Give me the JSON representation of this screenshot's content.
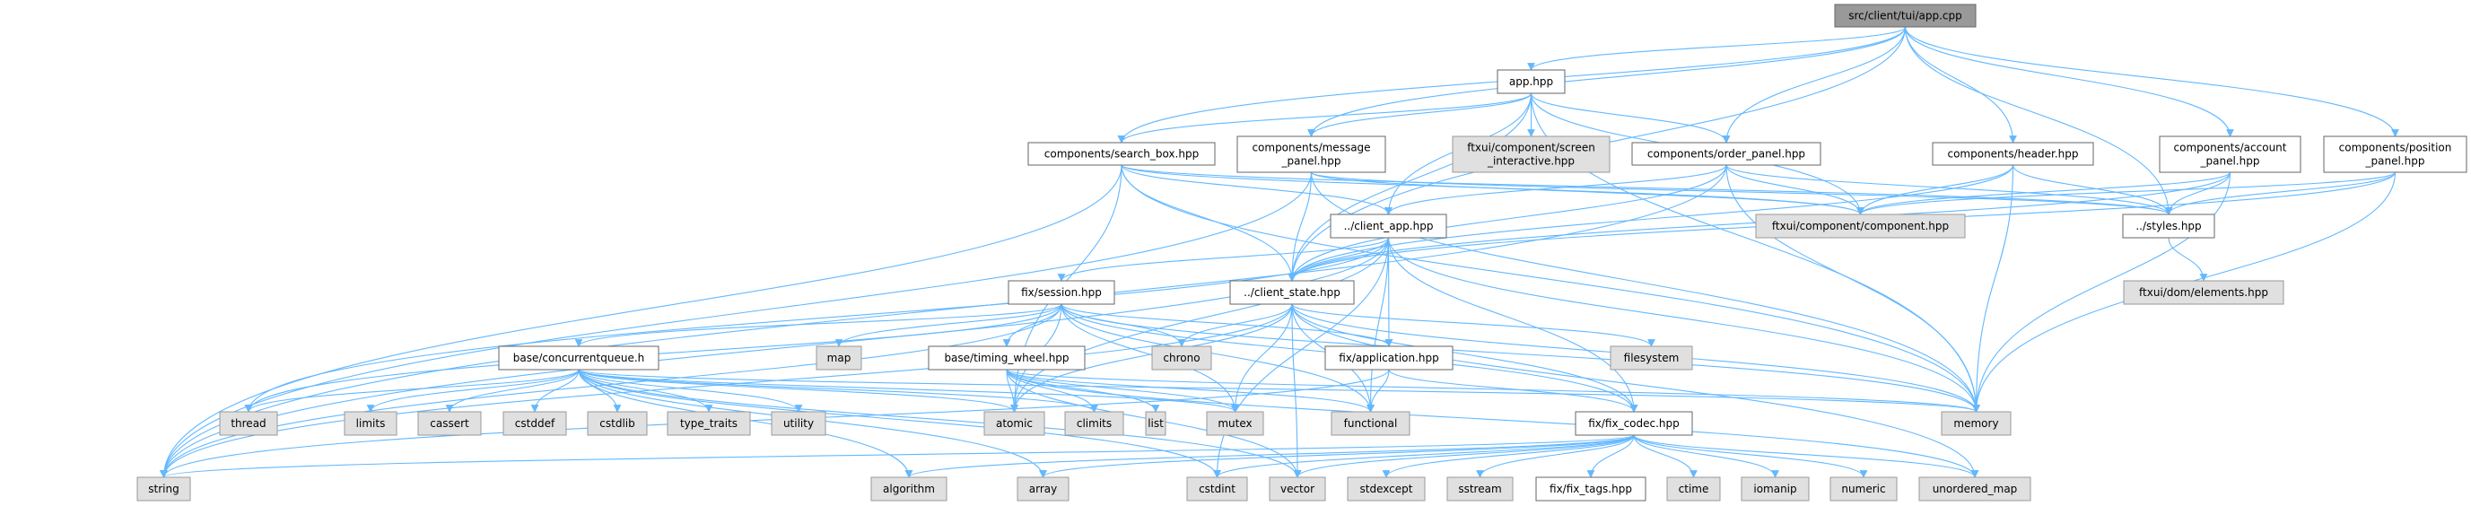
{
  "title": "src/client/tui/app.cpp include dependency graph",
  "colors": {
    "edge": "#63b8ff",
    "root_fill": "#999999",
    "file_fill": "#ffffff",
    "system_fill": "#e0e0e0"
  },
  "nodes": {
    "app_cpp": {
      "lines": [
        "src/client/tui/app.cpp"
      ],
      "kind": "root"
    },
    "app_hpp": {
      "lines": [
        "app.hpp"
      ],
      "kind": "white"
    },
    "search_box": {
      "lines": [
        "components/search_box.hpp"
      ],
      "kind": "white"
    },
    "message_panel": {
      "lines": [
        "components/message",
        "_panel.hpp"
      ],
      "kind": "white"
    },
    "screen_interactive": {
      "lines": [
        "ftxui/component/screen",
        "_interactive.hpp"
      ],
      "kind": "gray"
    },
    "order_panel": {
      "lines": [
        "components/order_panel.hpp"
      ],
      "kind": "white"
    },
    "header": {
      "lines": [
        "components/header.hpp"
      ],
      "kind": "white"
    },
    "account_panel": {
      "lines": [
        "components/account",
        "_panel.hpp"
      ],
      "kind": "white"
    },
    "position_panel": {
      "lines": [
        "components/position",
        "_panel.hpp"
      ],
      "kind": "white"
    },
    "client_app": {
      "lines": [
        "../client_app.hpp"
      ],
      "kind": "white"
    },
    "component": {
      "lines": [
        "ftxui/component/component.hpp"
      ],
      "kind": "gray"
    },
    "styles": {
      "lines": [
        "../styles.hpp"
      ],
      "kind": "white"
    },
    "session": {
      "lines": [
        "fix/session.hpp"
      ],
      "kind": "white"
    },
    "client_state": {
      "lines": [
        "../client_state.hpp"
      ],
      "kind": "white"
    },
    "elements": {
      "lines": [
        "ftxui/dom/elements.hpp"
      ],
      "kind": "gray"
    },
    "concurrentqueue": {
      "lines": [
        "base/concurrentqueue.h"
      ],
      "kind": "white"
    },
    "map": {
      "lines": [
        "map"
      ],
      "kind": "gray"
    },
    "timing_wheel": {
      "lines": [
        "base/timing_wheel.hpp"
      ],
      "kind": "white"
    },
    "chrono": {
      "lines": [
        "chrono"
      ],
      "kind": "gray"
    },
    "application": {
      "lines": [
        "fix/application.hpp"
      ],
      "kind": "white"
    },
    "filesystem": {
      "lines": [
        "filesystem"
      ],
      "kind": "gray"
    },
    "thread": {
      "lines": [
        "thread"
      ],
      "kind": "gray"
    },
    "limits": {
      "lines": [
        "limits"
      ],
      "kind": "gray"
    },
    "cassert": {
      "lines": [
        "cassert"
      ],
      "kind": "gray"
    },
    "cstddef": {
      "lines": [
        "cstddef"
      ],
      "kind": "gray"
    },
    "cstdlib": {
      "lines": [
        "cstdlib"
      ],
      "kind": "gray"
    },
    "type_traits": {
      "lines": [
        "type_traits"
      ],
      "kind": "gray"
    },
    "utility": {
      "lines": [
        "utility"
      ],
      "kind": "gray"
    },
    "atomic": {
      "lines": [
        "atomic"
      ],
      "kind": "gray"
    },
    "climits": {
      "lines": [
        "climits"
      ],
      "kind": "gray"
    },
    "list": {
      "lines": [
        "list"
      ],
      "kind": "gray"
    },
    "mutex": {
      "lines": [
        "mutex"
      ],
      "kind": "gray"
    },
    "functional": {
      "lines": [
        "functional"
      ],
      "kind": "gray"
    },
    "fix_codec": {
      "lines": [
        "fix/fix_codec.hpp"
      ],
      "kind": "white"
    },
    "memory": {
      "lines": [
        "memory"
      ],
      "kind": "gray"
    },
    "string": {
      "lines": [
        "string"
      ],
      "kind": "gray"
    },
    "algorithm": {
      "lines": [
        "algorithm"
      ],
      "kind": "gray"
    },
    "array": {
      "lines": [
        "array"
      ],
      "kind": "gray"
    },
    "cstdint": {
      "lines": [
        "cstdint"
      ],
      "kind": "gray"
    },
    "vector": {
      "lines": [
        "vector"
      ],
      "kind": "gray"
    },
    "stdexcept": {
      "lines": [
        "stdexcept"
      ],
      "kind": "gray"
    },
    "sstream": {
      "lines": [
        "sstream"
      ],
      "kind": "gray"
    },
    "fix_tags": {
      "lines": [
        "fix/fix_tags.hpp"
      ],
      "kind": "white"
    },
    "ctime": {
      "lines": [
        "ctime"
      ],
      "kind": "gray"
    },
    "iomanip": {
      "lines": [
        "iomanip"
      ],
      "kind": "gray"
    },
    "numeric": {
      "lines": [
        "numeric"
      ],
      "kind": "gray"
    },
    "unordered_map": {
      "lines": [
        "unordered_map"
      ],
      "kind": "gray"
    }
  },
  "edges": [
    [
      "app_cpp",
      "app_hpp"
    ],
    [
      "app_cpp",
      "search_box"
    ],
    [
      "app_cpp",
      "message_panel"
    ],
    [
      "app_cpp",
      "order_panel"
    ],
    [
      "app_cpp",
      "header"
    ],
    [
      "app_cpp",
      "account_panel"
    ],
    [
      "app_cpp",
      "position_panel"
    ],
    [
      "app_cpp",
      "styles"
    ],
    [
      "app_cpp",
      "client_state"
    ],
    [
      "app_hpp",
      "search_box"
    ],
    [
      "app_hpp",
      "message_panel"
    ],
    [
      "app_hpp",
      "screen_interactive"
    ],
    [
      "app_hpp",
      "order_panel"
    ],
    [
      "app_hpp",
      "client_app"
    ],
    [
      "app_hpp",
      "component"
    ],
    [
      "app_hpp",
      "client_state"
    ],
    [
      "app_hpp",
      "memory"
    ],
    [
      "search_box",
      "string"
    ],
    [
      "search_box",
      "component"
    ],
    [
      "search_box",
      "client_app"
    ],
    [
      "search_box",
      "client_state"
    ],
    [
      "search_box",
      "styles"
    ],
    [
      "search_box",
      "atomic"
    ],
    [
      "search_box",
      "memory"
    ],
    [
      "message_panel",
      "component"
    ],
    [
      "message_panel",
      "client_state"
    ],
    [
      "message_panel",
      "string"
    ],
    [
      "message_panel",
      "memory"
    ],
    [
      "message_panel",
      "styles"
    ],
    [
      "order_panel",
      "client_app"
    ],
    [
      "order_panel",
      "client_state"
    ],
    [
      "order_panel",
      "component"
    ],
    [
      "order_panel",
      "styles"
    ],
    [
      "order_panel",
      "memory"
    ],
    [
      "order_panel",
      "string"
    ],
    [
      "header",
      "component"
    ],
    [
      "header",
      "styles"
    ],
    [
      "header",
      "client_state"
    ],
    [
      "header",
      "memory"
    ],
    [
      "account_panel",
      "component"
    ],
    [
      "account_panel",
      "styles"
    ],
    [
      "account_panel",
      "client_state"
    ],
    [
      "account_panel",
      "memory"
    ],
    [
      "position_panel",
      "component"
    ],
    [
      "position_panel",
      "styles"
    ],
    [
      "position_panel",
      "client_state"
    ],
    [
      "position_panel",
      "memory"
    ],
    [
      "styles",
      "elements"
    ],
    [
      "client_app",
      "session"
    ],
    [
      "client_app",
      "client_state"
    ],
    [
      "client_app",
      "application"
    ],
    [
      "client_app",
      "string"
    ],
    [
      "client_app",
      "atomic"
    ],
    [
      "client_app",
      "memory"
    ],
    [
      "client_app",
      "thread"
    ],
    [
      "client_app",
      "fix_codec"
    ],
    [
      "client_app",
      "cstdint"
    ],
    [
      "client_app",
      "functional"
    ],
    [
      "client_state",
      "chrono"
    ],
    [
      "client_state",
      "filesystem"
    ],
    [
      "client_state",
      "functional"
    ],
    [
      "client_state",
      "mutex"
    ],
    [
      "client_state",
      "string"
    ],
    [
      "client_state",
      "unordered_map"
    ],
    [
      "client_state",
      "vector"
    ],
    [
      "client_state",
      "fix_codec"
    ],
    [
      "client_state",
      "atomic"
    ],
    [
      "client_state",
      "memory"
    ],
    [
      "session",
      "concurrentqueue"
    ],
    [
      "session",
      "timing_wheel"
    ],
    [
      "session",
      "map"
    ],
    [
      "session",
      "chrono"
    ],
    [
      "session",
      "application"
    ],
    [
      "session",
      "fix_codec"
    ],
    [
      "session",
      "string"
    ],
    [
      "session",
      "thread"
    ],
    [
      "session",
      "atomic"
    ],
    [
      "session",
      "functional"
    ],
    [
      "session",
      "memory"
    ],
    [
      "session",
      "mutex"
    ],
    [
      "concurrentqueue",
      "thread"
    ],
    [
      "concurrentqueue",
      "limits"
    ],
    [
      "concurrentqueue",
      "cassert"
    ],
    [
      "concurrentqueue",
      "cstddef"
    ],
    [
      "concurrentqueue",
      "cstdlib"
    ],
    [
      "concurrentqueue",
      "type_traits"
    ],
    [
      "concurrentqueue",
      "utility"
    ],
    [
      "concurrentqueue",
      "atomic"
    ],
    [
      "concurrentqueue",
      "climits"
    ],
    [
      "concurrentqueue",
      "mutex"
    ],
    [
      "concurrentqueue",
      "algorithm"
    ],
    [
      "concurrentqueue",
      "array"
    ],
    [
      "concurrentqueue",
      "cstdint"
    ],
    [
      "concurrentqueue",
      "vector"
    ],
    [
      "concurrentqueue",
      "memory"
    ],
    [
      "timing_wheel",
      "atomic"
    ],
    [
      "timing_wheel",
      "climits"
    ],
    [
      "timing_wheel",
      "list"
    ],
    [
      "timing_wheel",
      "mutex"
    ],
    [
      "timing_wheel",
      "functional"
    ],
    [
      "timing_wheel",
      "vector"
    ],
    [
      "timing_wheel",
      "memory"
    ],
    [
      "timing_wheel",
      "unordered_map"
    ],
    [
      "application",
      "functional"
    ],
    [
      "application",
      "fix_codec"
    ],
    [
      "application",
      "string"
    ],
    [
      "fix_codec",
      "string"
    ],
    [
      "fix_codec",
      "algorithm"
    ],
    [
      "fix_codec",
      "array"
    ],
    [
      "fix_codec",
      "cstdint"
    ],
    [
      "fix_codec",
      "vector"
    ],
    [
      "fix_codec",
      "stdexcept"
    ],
    [
      "fix_codec",
      "sstream"
    ],
    [
      "fix_codec",
      "fix_tags"
    ],
    [
      "fix_codec",
      "ctime"
    ],
    [
      "fix_codec",
      "iomanip"
    ],
    [
      "fix_codec",
      "numeric"
    ],
    [
      "fix_codec",
      "unordered_map"
    ]
  ]
}
